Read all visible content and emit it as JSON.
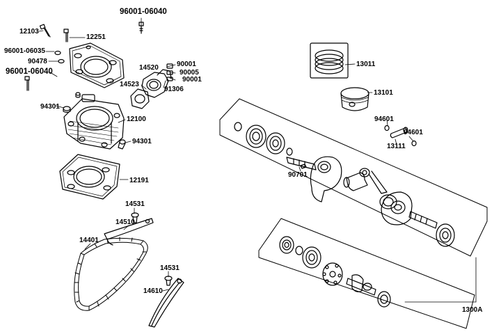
{
  "labels": {
    "p96001_06040_top": "96001-06040",
    "p12103": "12103",
    "p12251": "12251",
    "p96001_06035": "96001-06035",
    "p90478": "90478",
    "p96001_06040_left": "96001-06040",
    "p14520": "14520",
    "p90001_a": "90001",
    "p90005": "90005",
    "p90001_b": "90001",
    "p14523": "14523",
    "p91306": "91306",
    "p94301_a": "94301",
    "p12100": "12100",
    "p94301_b": "94301",
    "p12191": "12191",
    "p14531_a": "14531",
    "p14510": "14510",
    "p14401": "14401",
    "p14531_b": "14531",
    "p14610": "14610",
    "p13011": "13011",
    "p13101": "13101",
    "p94601_a": "94601",
    "p94601_b": "94601",
    "p13111": "13111",
    "p90701": "90701",
    "p1300A": "1300A"
  }
}
